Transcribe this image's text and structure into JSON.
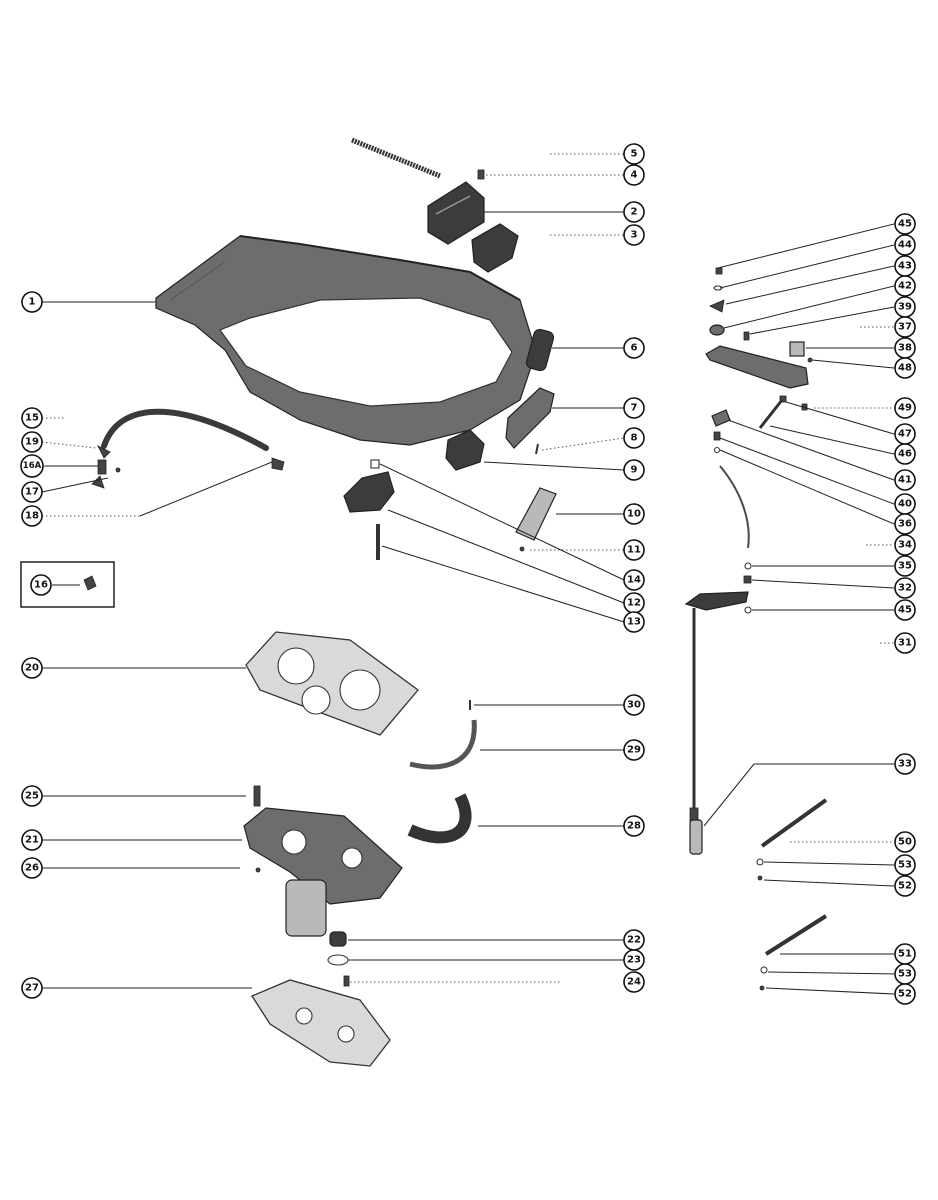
{
  "callouts": {
    "c5": "5",
    "c4": "4",
    "c2": "2",
    "c3": "3",
    "c1": "1",
    "c6": "6",
    "c7": "7",
    "c8": "8",
    "c9": "9",
    "c10": "10",
    "c11": "11",
    "c14": "14",
    "c12": "12",
    "c13": "13",
    "c15": "15",
    "c19": "19",
    "c16a": "16A",
    "c17": "17",
    "c18": "18",
    "c16": "16",
    "c20": "20",
    "c30": "30",
    "c29": "29",
    "c28": "28",
    "c25": "25",
    "c21": "21",
    "c26": "26",
    "c22": "22",
    "c23": "23",
    "c24": "24",
    "c27": "27",
    "c45a": "45",
    "c44": "44",
    "c43": "43",
    "c42": "42",
    "c39": "39",
    "c37": "37",
    "c38": "38",
    "c48a": "48",
    "c49": "49",
    "c47": "47",
    "c46": "46",
    "c41": "41",
    "c40": "40",
    "c36": "36",
    "c34": "34",
    "c35": "35",
    "c32": "32",
    "c45b": "45",
    "c31": "31",
    "c33": "33",
    "c50": "50",
    "c53a": "53",
    "c52a": "52",
    "c51": "51",
    "c53b": "53",
    "c52b": "52"
  }
}
